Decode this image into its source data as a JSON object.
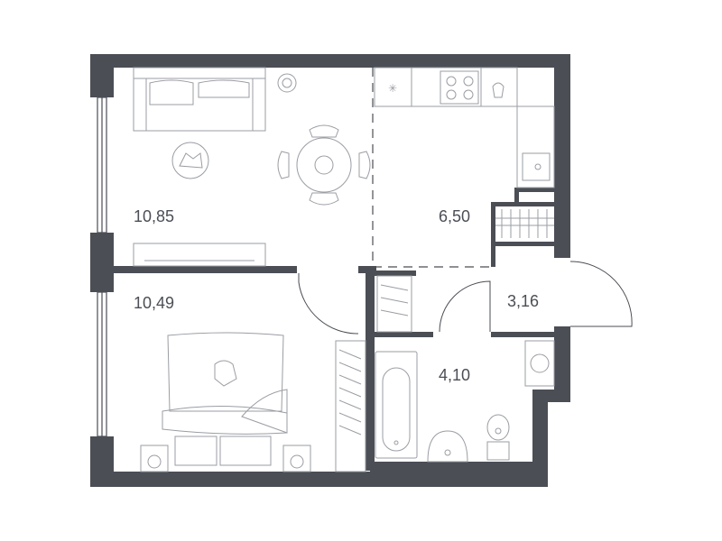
{
  "plan": {
    "rooms": [
      {
        "id": "living",
        "area": "10,85"
      },
      {
        "id": "kitchen",
        "area": "6,50"
      },
      {
        "id": "bedroom",
        "area": "10,49"
      },
      {
        "id": "hall",
        "area": "3,16"
      },
      {
        "id": "bathroom",
        "area": "4,10"
      }
    ],
    "colors": {
      "wall": "#4b4e55",
      "furniture": "#9a9da3",
      "background": "#ffffff"
    },
    "icons": [
      "sofa-icon",
      "dining-table-icon",
      "stove-icon",
      "sink-icon",
      "bed-icon",
      "bathtub-icon",
      "toilet-icon",
      "washing-machine-icon",
      "wardrobe-icon",
      "tv-stand-icon",
      "plant-icon"
    ]
  }
}
